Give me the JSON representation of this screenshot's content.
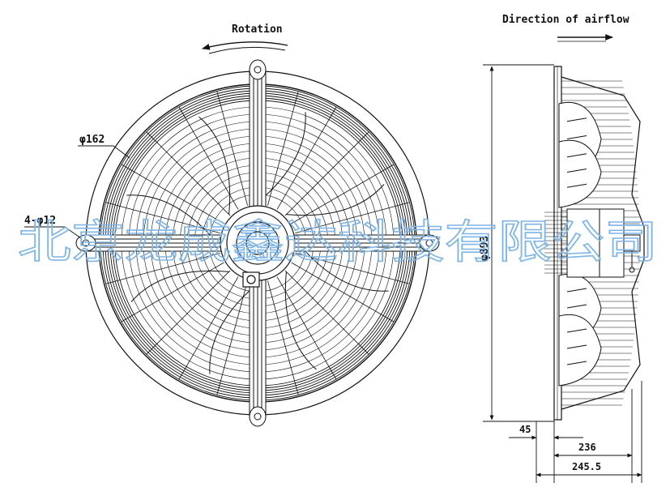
{
  "labels": {
    "rotation": "Rotation",
    "airflow": "Direction of airflow",
    "hub_dia": "φ162",
    "mount_holes": "4-φ12",
    "overall_dia": "φ893",
    "dim_45": "45",
    "dim_236": "236",
    "dim_2455": "245.5"
  },
  "watermark": "北京龙成鑫达科技有限公司",
  "colors": {
    "line": "#111111",
    "watermark": "#7fb5e6",
    "background": "#ffffff"
  }
}
